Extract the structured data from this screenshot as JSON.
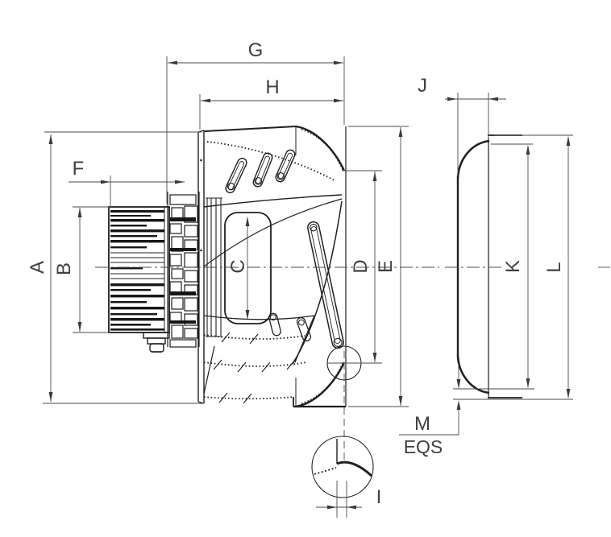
{
  "drawing_labels": {
    "a": "A",
    "b": "B",
    "c": "C",
    "d": "D",
    "e": "E",
    "f": "F",
    "g": "G",
    "h": "H",
    "i": "I",
    "j": "J",
    "k": "K",
    "l": "L",
    "m": "M",
    "eqs": "EQS"
  },
  "colors": {
    "object_line": "#1f1f1f",
    "dimension_line": "#4a4a4a",
    "label_text": "#3f3f3f",
    "background": "#ffffff"
  }
}
